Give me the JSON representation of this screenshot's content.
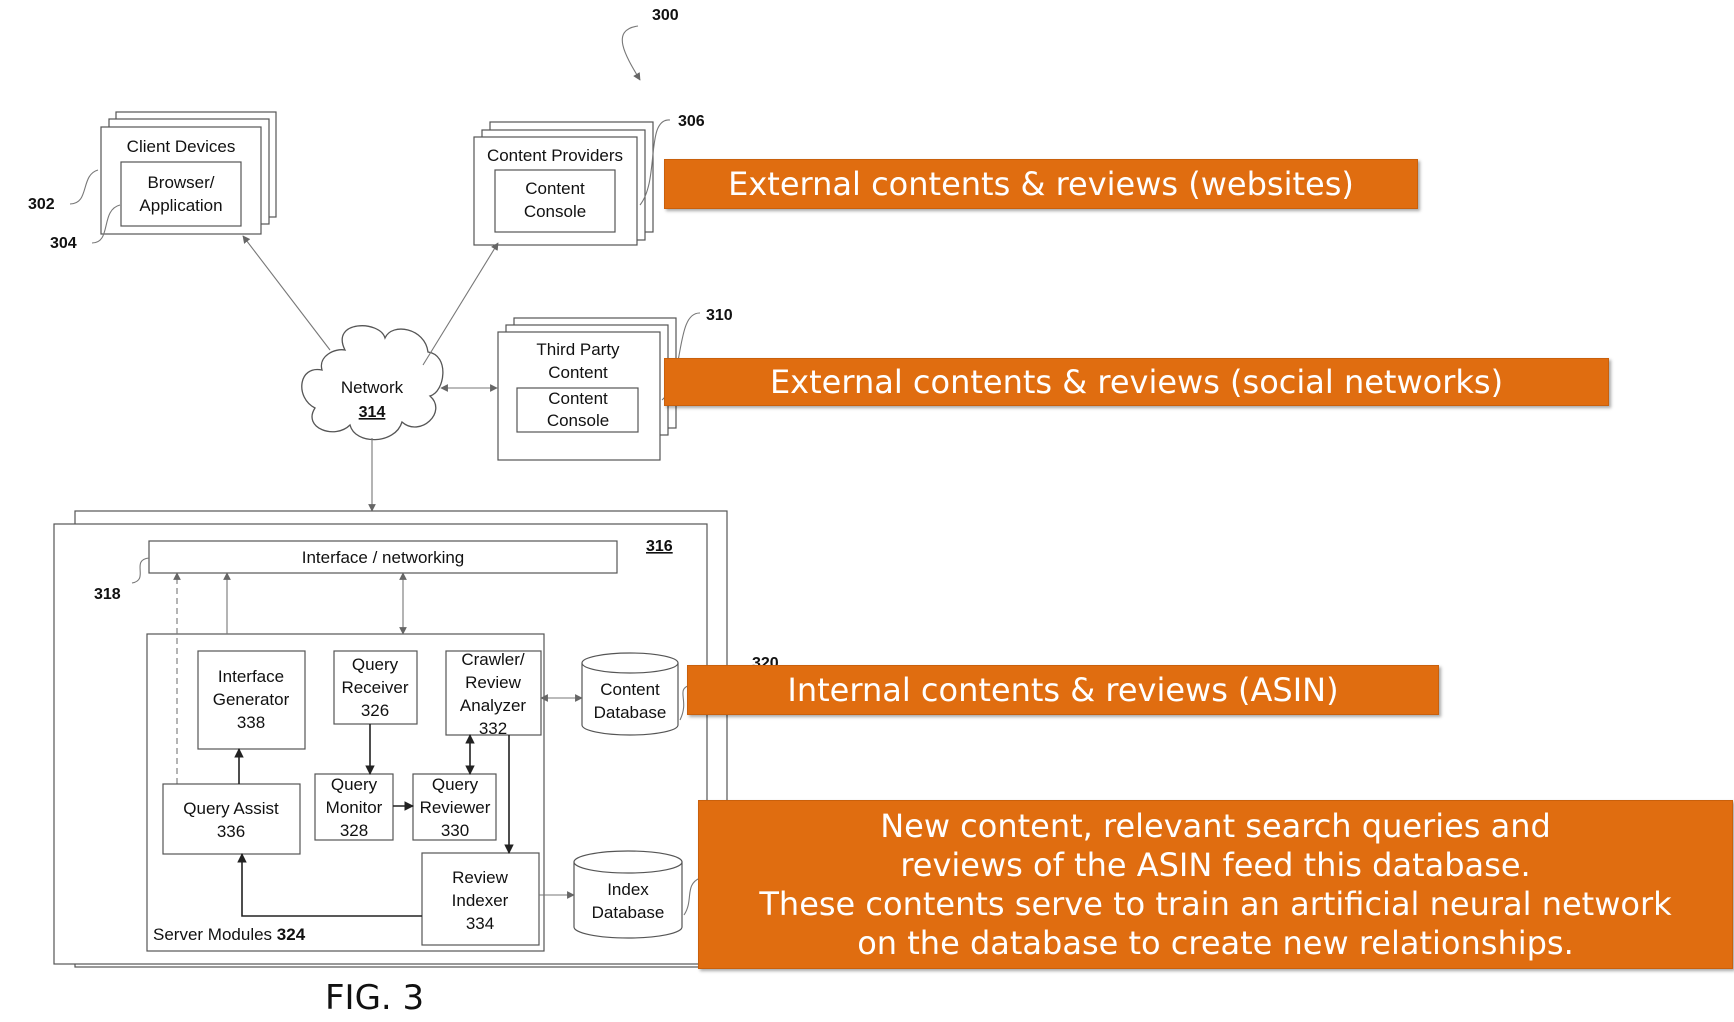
{
  "figure": {
    "ref_number": "300",
    "caption": "FIG. 3"
  },
  "client_devices": {
    "title": "Client Devices",
    "inner": "Browser/\nApplication",
    "ref_outer": "302",
    "ref_inner": "304"
  },
  "content_providers": {
    "title": "Content Providers",
    "inner": "Content\nConsole",
    "ref": "306"
  },
  "third_party": {
    "title": "Third Party\nContent",
    "inner": "Content\nConsole",
    "ref": "310"
  },
  "network": {
    "label": "Network",
    "ref": "314"
  },
  "server": {
    "ref": "316",
    "interface_label": "Interface / networking",
    "interface_ref": "318",
    "modules_label": "Server Modules",
    "modules_ref": "324",
    "partial_ref": "320"
  },
  "modules": {
    "interface_generator": "Interface\nGenerator\n338",
    "query_receiver": "Query\nReceiver\n326",
    "crawler": "Crawler/\nReview\nAnalyzer\n332",
    "query_assist": "Query Assist\n336",
    "query_monitor": "Query\nMonitor\n328",
    "query_reviewer": "Query\nReviewer\n330",
    "review_indexer": "Review\nIndexer\n334",
    "content_db": "Content\nDatabase",
    "index_db": "Index\nDatabase"
  },
  "callouts": {
    "websites": "External contents & reviews (websites)",
    "social": "External contents & reviews (social networks)",
    "internal": "Internal contents & reviews (ASIN)",
    "new_content": "New content, relevant search queries and\nreviews of the ASIN feed this database.\nThese contents serve to train an artificial neural network\non the database to create new relationships."
  },
  "colors": {
    "callout_bg": "#e06d10",
    "callout_text": "#ffffff"
  }
}
